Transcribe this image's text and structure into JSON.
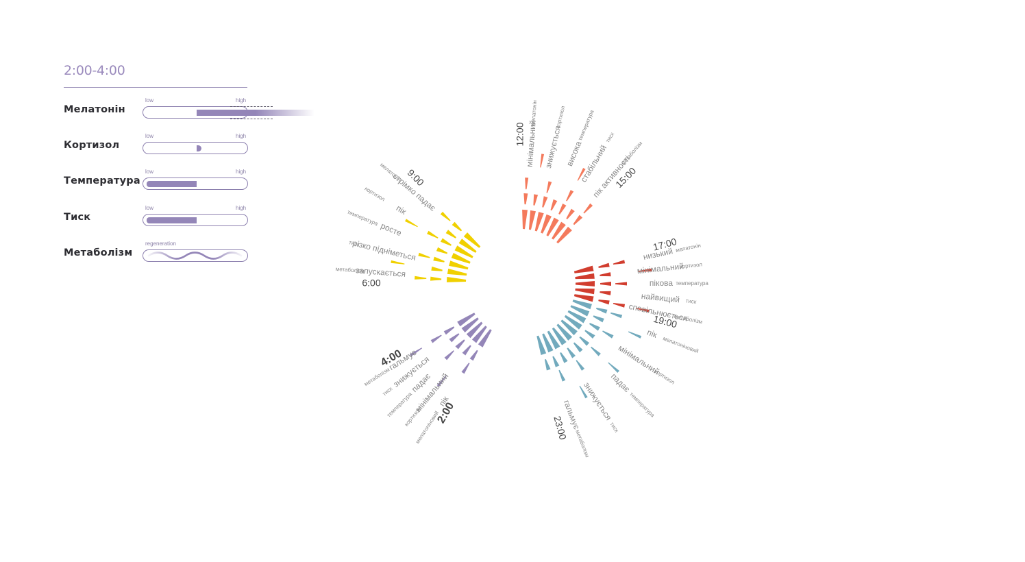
{
  "panel": {
    "title": "2:00-4:00",
    "metrics": [
      {
        "name": "Мелатонін",
        "low": "low",
        "high": "high",
        "from": 0.52,
        "to": 1.0,
        "fade": true
      },
      {
        "name": "Кортизол",
        "low": "low",
        "high": "high",
        "from": 0.52,
        "to": 0.56,
        "dot": true
      },
      {
        "name": "Температура",
        "low": "low",
        "high": "high",
        "from": 0.03,
        "to": 0.52
      },
      {
        "name": "Тиск",
        "low": "low",
        "high": "high",
        "from": 0.03,
        "to": 0.52
      },
      {
        "name": "Метаболізм",
        "label": "regeneration",
        "wave": true
      }
    ]
  },
  "chart_data": {
    "type": "radial-bar",
    "hours": [
      "2:00",
      "4:00",
      "6:00",
      "9:00",
      "12:00",
      "15:00",
      "17:00",
      "19:00",
      "23:00"
    ],
    "sectors": [
      {
        "start": "2:00",
        "end": "4:00",
        "color": "#9486b8",
        "period": "2:00-4:00",
        "labels": [
          {
            "metric": "мелатоніновий",
            "state": "пік"
          },
          {
            "metric": "кортизол",
            "state": "мінімальний"
          },
          {
            "metric": "температура",
            "state": "падає"
          },
          {
            "metric": "тиск",
            "state": "знижується"
          },
          {
            "metric": "метаболізм",
            "state": "гальмує"
          }
        ]
      },
      {
        "start": "6:00",
        "end": "9:00",
        "color": "#f0d000",
        "labels": [
          {
            "metric": "метаболізм",
            "state": "запускається"
          },
          {
            "metric": "тиск",
            "state": "різко підніметься"
          },
          {
            "metric": "температура",
            "state": "росте"
          },
          {
            "metric": "кортизол",
            "state": "пік"
          },
          {
            "metric": "мелатонін",
            "state": "стрімко падає"
          }
        ]
      },
      {
        "start": "12:00",
        "end": "15:00",
        "color": "#f47a5c",
        "labels": [
          {
            "metric": "мелатонін",
            "state": "мінімальний"
          },
          {
            "metric": "кортизол",
            "state": "знижується"
          },
          {
            "metric": "температура",
            "state": "висока"
          },
          {
            "metric": "тиск",
            "state": "стабільний"
          },
          {
            "metric": "метаболізм",
            "state": "пік активності"
          }
        ]
      },
      {
        "start": "17:00",
        "end": "19:00",
        "color": "#d13d2e",
        "labels": [
          {
            "metric": "мелатонін",
            "state": "низький"
          },
          {
            "metric": "кортизол",
            "state": "мінімальний"
          },
          {
            "metric": "температура",
            "state": "пікова"
          },
          {
            "metric": "тиск",
            "state": "найвищий"
          },
          {
            "metric": "метаболізм",
            "state": "сповільнюється"
          }
        ]
      },
      {
        "start": "19:00",
        "end": "23:00",
        "color": "#72aabd",
        "labels": [
          {
            "metric": "мелатоніновий",
            "state": "пік"
          },
          {
            "metric": "кортизол",
            "state": "мінімальний"
          },
          {
            "metric": "температура",
            "state": "падає"
          },
          {
            "metric": "тиск",
            "state": "знижується"
          },
          {
            "metric": "метаболізм",
            "state": "гальмує"
          }
        ]
      }
    ]
  }
}
